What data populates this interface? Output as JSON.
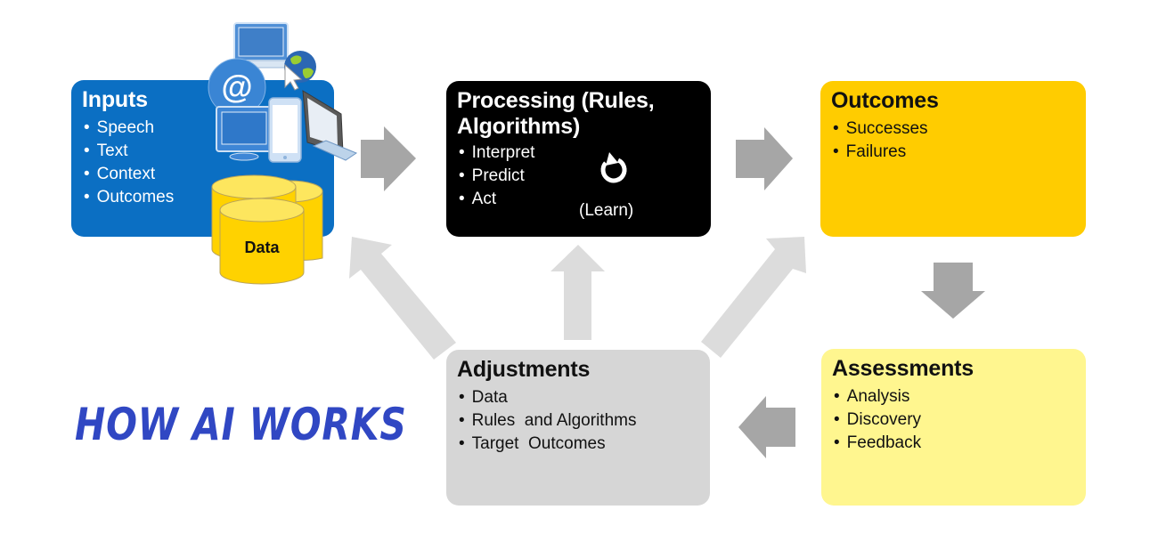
{
  "title": "HOW AI WORKS",
  "colors": {
    "inputs": "#0b6fc3",
    "processing": "#000000",
    "outcomes": "#ffcc00",
    "assessments": "#fff68f",
    "adjustments": "#d6d6d6",
    "arrow_dark": "#a6a6a6",
    "arrow_light": "#dcdcdc",
    "title": "#3047c3"
  },
  "boxes": {
    "inputs": {
      "heading": "Inputs",
      "items": [
        "Speech",
        "Text",
        "Context",
        "Outcomes"
      ],
      "data_label": "Data"
    },
    "processing": {
      "heading_line1": "Processing (Rules,",
      "heading_line2": "Algorithms)",
      "items": [
        "Interpret",
        "Predict",
        "Act"
      ],
      "learn_label": "(Learn)"
    },
    "outcomes": {
      "heading": "Outcomes",
      "items": [
        "Successes",
        "Failures"
      ]
    },
    "assessments": {
      "heading": "Assessments",
      "items": [
        "Analysis",
        "Discovery",
        "Feedback"
      ]
    },
    "adjustments": {
      "heading": "Adjustments",
      "items": [
        "Data",
        "Rules  and Algorithms",
        "Target  Outcomes"
      ]
    }
  },
  "icons": [
    "laptop-icon",
    "globe-cursor-icon",
    "email-at-icon",
    "monitor-icon",
    "smartphone-icon",
    "desktop-screen-icon",
    "database-icon",
    "refresh-cycle-icon"
  ],
  "flow": [
    {
      "from": "inputs",
      "to": "processing"
    },
    {
      "from": "processing",
      "to": "outcomes"
    },
    {
      "from": "outcomes",
      "to": "assessments"
    },
    {
      "from": "assessments",
      "to": "adjustments"
    },
    {
      "from": "adjustments",
      "to": "inputs"
    },
    {
      "from": "adjustments",
      "to": "processing"
    },
    {
      "from": "adjustments",
      "to": "outcomes"
    }
  ]
}
